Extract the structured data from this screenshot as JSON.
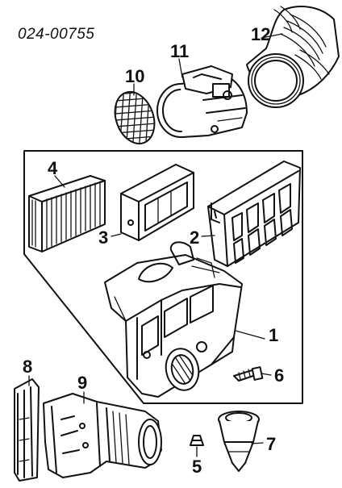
{
  "part_code": "024-00755",
  "callouts": {
    "c1": "1",
    "c2": "2",
    "c3": "3",
    "c4": "4",
    "c5": "5",
    "c6": "6",
    "c7": "7",
    "c8": "8",
    "c9": "9",
    "c10": "10",
    "c11": "11",
    "c12": "12"
  },
  "colors": {
    "line": "#111111",
    "background": "#ffffff"
  }
}
